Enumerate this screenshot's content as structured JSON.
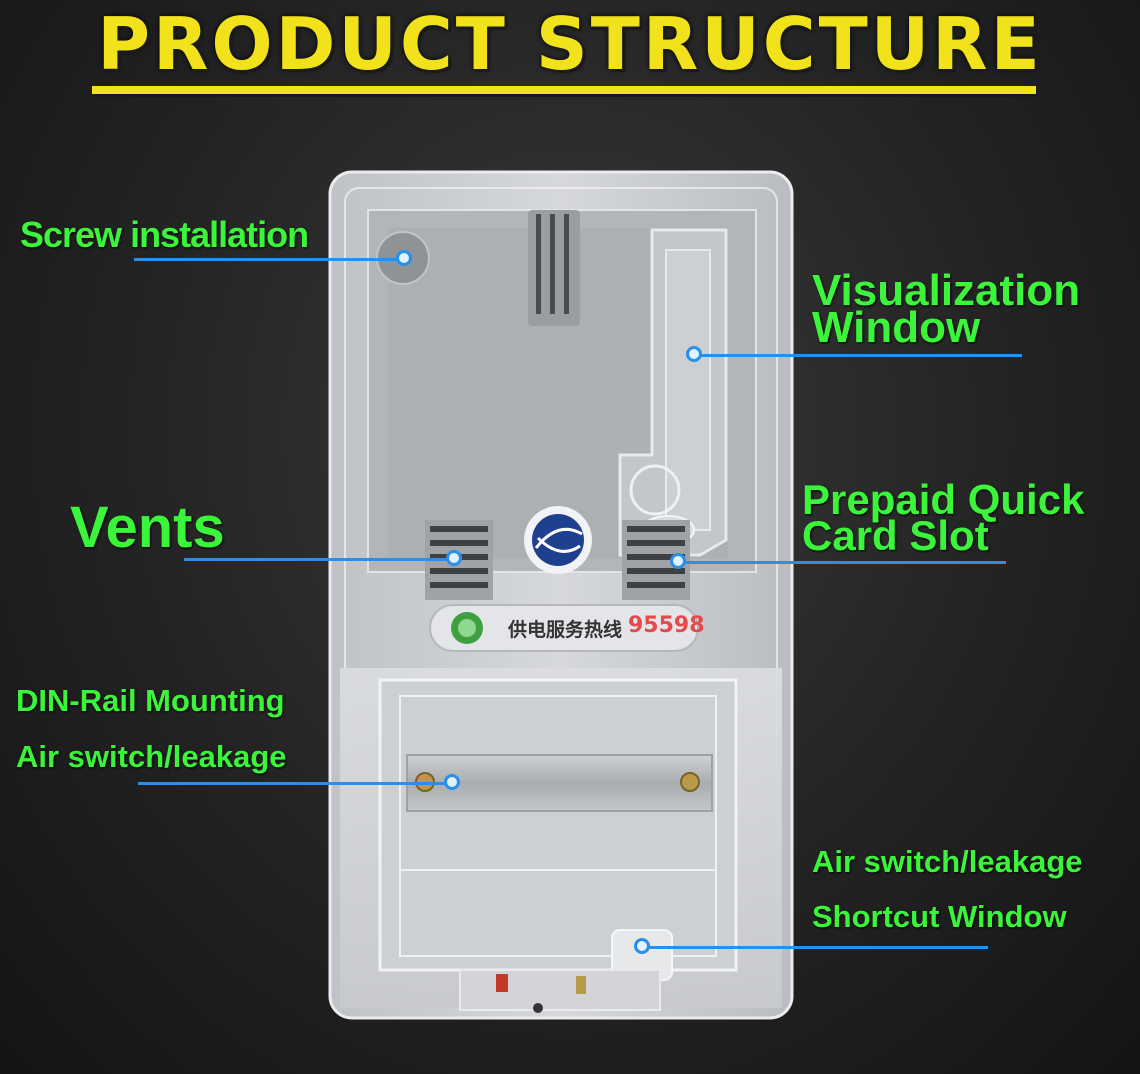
{
  "title": "PRODUCT STRUCTURE",
  "colors": {
    "title": "#f2e21c",
    "label": "#3bf53b",
    "leader": "#2a8fe8"
  },
  "device": {
    "hotline_text": "供电服务热线",
    "hotline_number": "95598",
    "logo_icon": "state-grid-logo-icon"
  },
  "callouts": {
    "screw_installation": "Screw installation",
    "visualization_window": [
      "Visualization",
      "Window"
    ],
    "vents": "Vents",
    "prepaid_card_slot": [
      "Prepaid Quick",
      "Card Slot"
    ],
    "din_rail": [
      "DIN-Rail Mounting",
      "Air switch/leakage"
    ],
    "air_switch_window": [
      "Air switch/leakage",
      "Shortcut Window"
    ]
  }
}
